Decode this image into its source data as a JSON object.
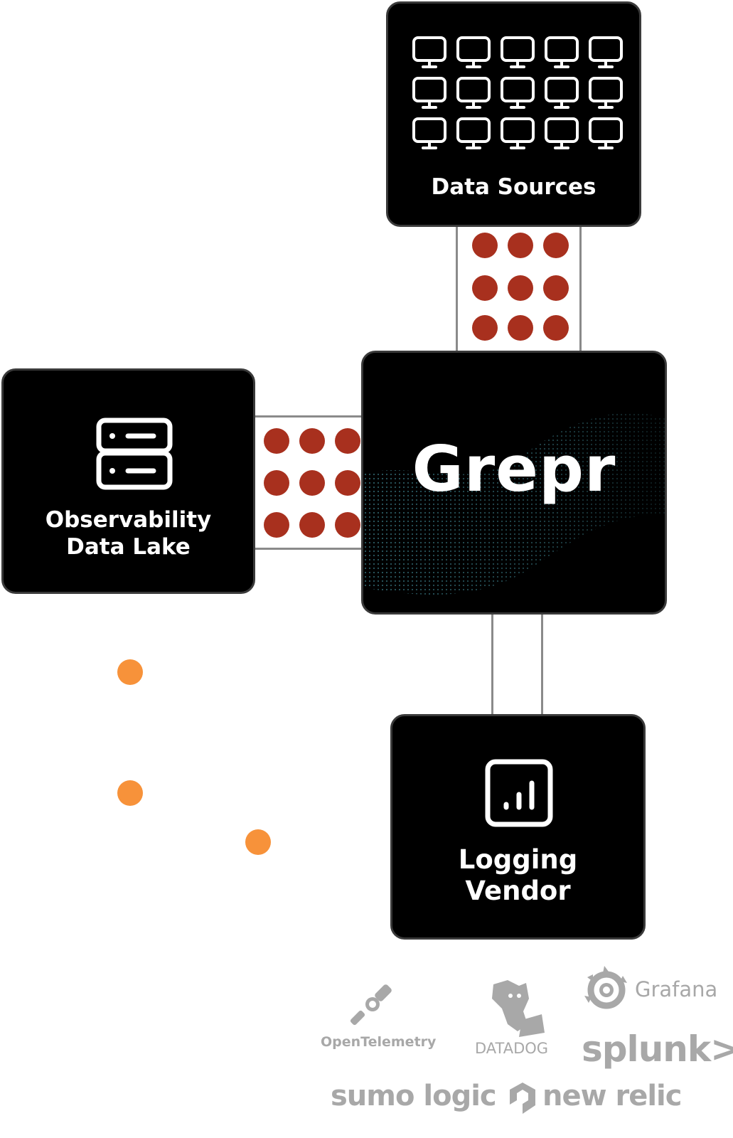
{
  "nodes": {
    "data_sources": {
      "label": "Data Sources",
      "icon": "monitor-grid-icon"
    },
    "grepr": {
      "label": "Grepr",
      "icon": "grepr-logo"
    },
    "data_lake": {
      "line1": "Observability",
      "line2": "Data Lake",
      "icon": "database-stack-icon"
    },
    "logging_vendor": {
      "line1": "Logging",
      "line2": "Vendor",
      "icon": "bar-chart-icon"
    }
  },
  "vendors": {
    "opentelemetry": "OpenTelemetry",
    "datadog": "DATADOG",
    "grafana": "Grafana",
    "splunk": "splunk>",
    "sumo_logic": "sumo logic",
    "new_relic": "new relic"
  },
  "colors": {
    "box": "#000000",
    "box_border": "#3a3a3a",
    "dot_red": "#a8301e",
    "dot_orange": "#f7923a",
    "channel_line": "#8a8a8a",
    "vendor_gray": "#a8a8a8"
  }
}
